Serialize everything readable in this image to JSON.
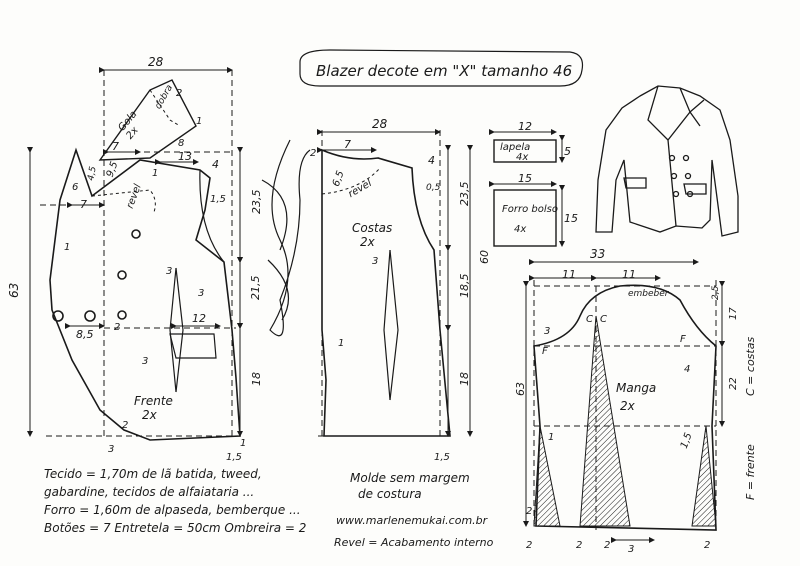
{
  "title": "Blazer decote em \"X\" tamanho 46",
  "front": {
    "label": "Frente",
    "qty": "2x",
    "revel": "revel",
    "dims": {
      "width_top": "28",
      "height": "63",
      "h1": "7",
      "h2": "7",
      "d13": "13",
      "d4": "4",
      "d23_5": "23,5",
      "d21_5": "21,5",
      "d18": "18",
      "d12": "12",
      "d8_5": "8,5",
      "d9_5": "9,5",
      "d6": "6",
      "d4_5": "4,5",
      "d1_5a": "1,5",
      "d1_5b": "1,5",
      "d1": "1",
      "d1b": "1",
      "d2": "2",
      "d3": "3",
      "d3b": "3",
      "d3c": "3",
      "d3d": "3",
      "d2b": "2",
      "d1c": "1"
    }
  },
  "collar": {
    "label": "Gola",
    "qty": "2x",
    "dobra": "dobra",
    "d8": "8",
    "d2": "2",
    "d1": "1"
  },
  "back": {
    "label": "Costas",
    "qty": "2x",
    "revel": "revel",
    "dims": {
      "width": "28",
      "d7": "7",
      "d4": "4",
      "d2": "2",
      "d6_5": "6,5",
      "d23_5": "23,5",
      "d18_5": "18,5",
      "d18": "18",
      "d60": "60",
      "d3": "3",
      "d1": "1",
      "d0_5": "0,5",
      "d1_5": "1,5"
    }
  },
  "lapela": {
    "label": "lapela",
    "qty": "4x",
    "w": "12",
    "h": "5"
  },
  "pocket": {
    "label": "Forro bolso",
    "qty": "4x",
    "w": "15",
    "h": "15"
  },
  "sleeve": {
    "label": "Manga",
    "qty": "2x",
    "embeber": "embeber",
    "dims": {
      "width": "33",
      "left": "11",
      "right": "11",
      "height": "63",
      "d17": "17",
      "d22": "22",
      "d2_5": "2,5",
      "d3": "3",
      "d2": "2",
      "d2b": "2",
      "d2c": "2",
      "d2d": "2",
      "d2e": "2",
      "d1_5": "1,5",
      "d1": "1",
      "d4": "4",
      "d3b": "3"
    },
    "marks": {
      "f": "F",
      "c": "C"
    }
  },
  "legend": {
    "f": "F = frente",
    "c": "C = costas"
  },
  "notes": {
    "tecido": "Tecido = 1,70m de lã batida, tweed,",
    "tecido2": "gabardine, tecidos de alfaiataria ...",
    "forro": "Forro = 1,60m de alpaseda, bemberque ...",
    "botoes": "Botões = 7   Entretela = 50cm   Ombreira = 2",
    "molde": "Molde sem margem",
    "molde2": "de costura",
    "site": "www.marlenemukai.com.br",
    "revel": "Revel = Acabamento interno"
  },
  "signature": "Marlene Mukai"
}
